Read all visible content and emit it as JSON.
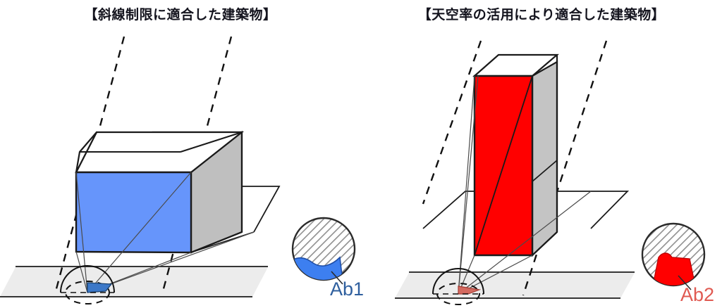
{
  "figure": {
    "type": "architectural-diagram",
    "description": "Two side-by-side isometric diagrams comparing a building compliant with diagonal (setback) restrictions versus one compliant via sky-factor ratio, each with a sky-view circle legend."
  },
  "panels": {
    "left": {
      "title": "【斜線制限に適合した建築物】",
      "building": {
        "front_face_color": "#6695fb",
        "side_face_color": "#bfbfbf",
        "top_face_color": "#ffffff",
        "shape": "low wide box with chamfered slanted roof following the restriction plane"
      },
      "restriction_lines": "dashed diagonal setback planes",
      "viewpoint_wedge_color": "#3c78c8",
      "ground_band_color": "#ececec"
    },
    "right": {
      "title": "【天空率の活用により適合した建築物】",
      "building": {
        "front_face_color": "#ff0000",
        "side_face_color": "#c4c4c4",
        "top_face_color": "#ffffff",
        "shape": "tall narrow tower exceeding the dashed restriction plane"
      },
      "restriction_lines": "dashed diagonal setback planes",
      "viewpoint_wedge_color": "#d46a60",
      "ground_band_color": "#ececec"
    }
  },
  "legends": [
    {
      "id": "ab1",
      "label": "Ab1",
      "label_color": "#2f5f9e",
      "circle_fill": "#ffffff",
      "circle_hatch_color": "#9a9a9a",
      "region_color": "#3d7ff0",
      "description": "sky-view circle with blue building-projection region at the bottom"
    },
    {
      "id": "ab2",
      "label": "Ab2",
      "label_color": "#e05a52",
      "circle_fill": "#ffffff",
      "circle_hatch_color": "#9a9a9a",
      "region_color": "#ff0000",
      "description": "sky-view circle with red building-projection region at the bottom"
    }
  ],
  "colors": {
    "blue": "#6695fb",
    "red": "#ff0000",
    "gray_side": "#bfbfbf",
    "ground": "#ececec",
    "outline": "#1a1a1a",
    "title": "#14141e"
  }
}
